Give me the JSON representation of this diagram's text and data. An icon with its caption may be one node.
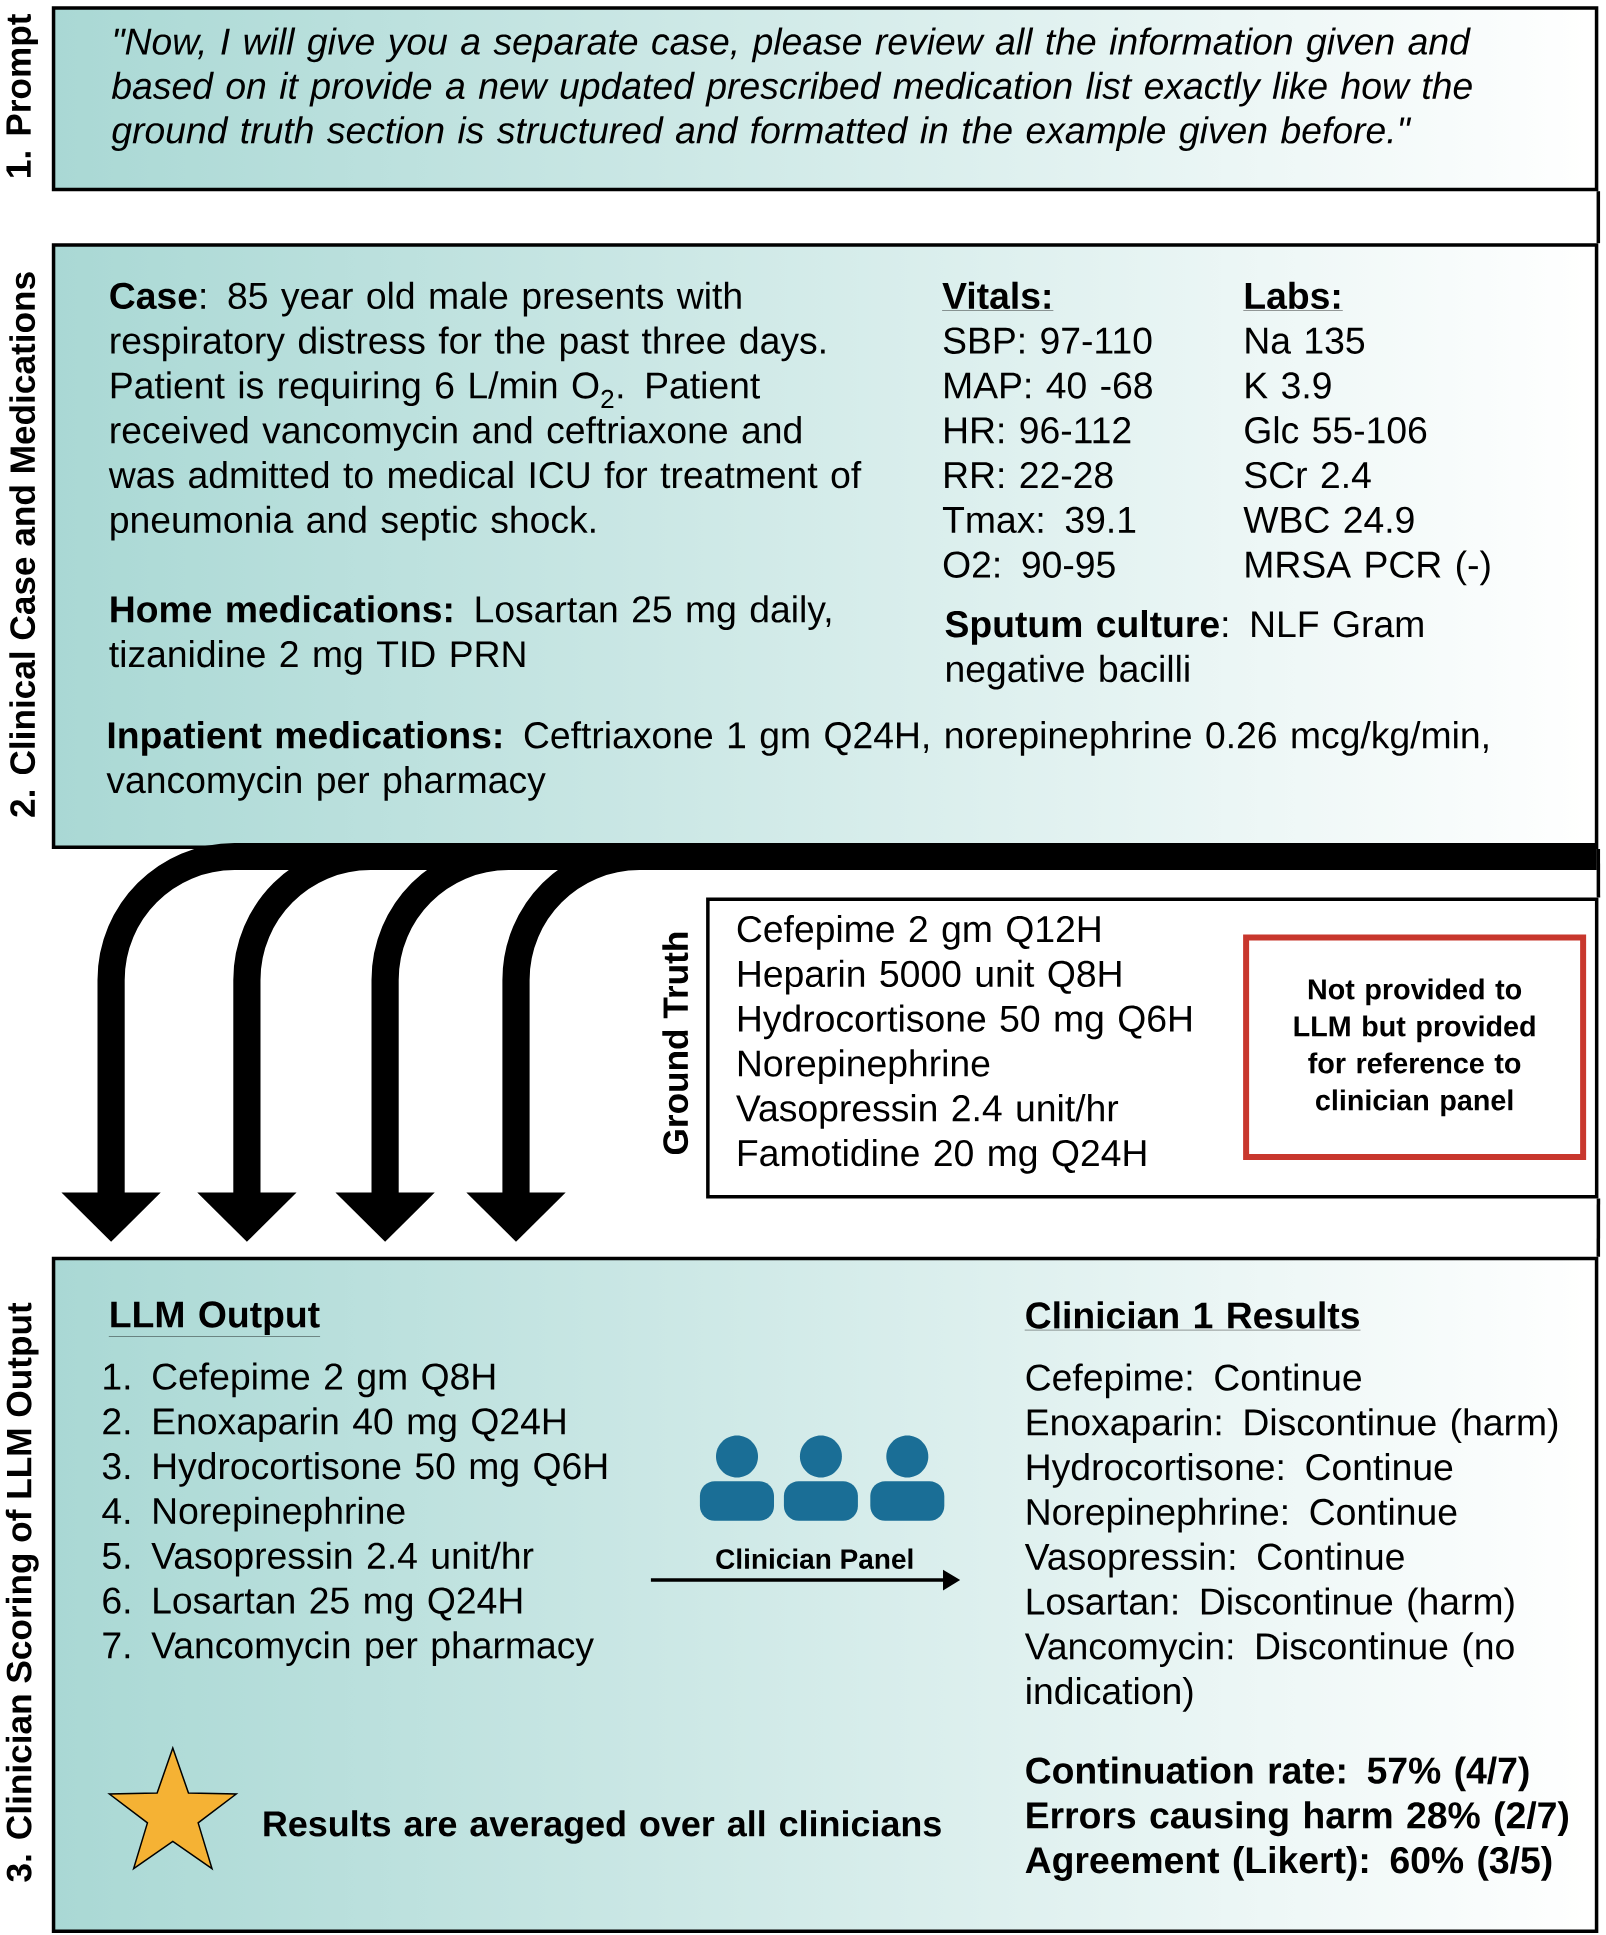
{
  "diagram": {
    "nodes": [
      {
        "text": [
          "1. Prompt",
          "\"Now, I will give you a separate case, please review all the information given and based on it provide a new updated prescribed medication list exactly like how the ground truth section is structured and formatted in the example given before.\""
        ]
      },
      {
        "text": [
          "2. Clinical Case and Medications",
          "**Case**: 85 year old male presents with respiratory distress for the past three days. Patient is requiring 6 L/min O$_{2}$. Patient received vancomycin and ceftriaxone and was admitted to medical ICU for treatment of pneumonia and septic shock.",
          "Vitals:",
          "SBP: 97-110",
          "MAP: 40 -68",
          "HR: 96-112",
          "RR: 22-28",
          "Tmax: 39.1",
          "O2: 90-95",
          "Labs:",
          "Na 135",
          "K 3.9",
          "Glc 55-106",
          "SCr 2.4",
          "WBC 24.9",
          "MRSA PCR (-)",
          "**Home medications:** Losartan 25 mg daily, tizanidine 2 mg TID PRN",
          "**Sputum culture**: NLF Gram negative bacilli",
          "**Inpatient medications:** Ceftriaxone 1 gm Q24H, norepinephrine 0.26 mcg/kg/min, vancomycin per pharmacy"
        ]
      },
      {
        "text": [
          "Ground Truth",
          "Cefepime 2 gm Q12H",
          "Heparin 5000 unit Q8H",
          "Hydrocortisone 50 mg Q6H",
          "Norepinephrine",
          "Vasopressin 2.4 unit/hr",
          "Famotidine 20 mg Q24H"
        ]
      },
      {
        "text": [
          "Not provided to LLM but provided for reference to clinician panel"
        ],
        "in": 2
      },
      {
        "text": [
          "3. Clinician Scoring of LLM Output",
          "Results are averaged over all clinicians"
        ]
      },
      {
        "text": [
          "LLM Output",
          "1. Cefepime 2 gm Q8H",
          "2. Enoxaparin 40 mg Q24H",
          "3. Hydrocortisone 50 mg Q6H",
          "4. Norepinephrine",
          "5. Vasopressin 2.4 unit/hr",
          "6. Losartan 25 mg Q24H",
          "7. Vancomycin per pharmacy"
        ],
        "in": 4
      },
      {
        "text": [
          "Clinician 1 Results",
          "Cefepime: Continue",
          "Enoxaparin: Discontinue (harm)",
          "Hydrocortisone: Continue",
          "Norepinephrine: Continue",
          "Vasopressin: Continue",
          "Losartan: Discontinue (harm)",
          "Vancomycin: Discontinue (no indication)",
          "Continuation rate: 57% (4/7)",
          "Errors causing harm 28% (2/7)",
          "Agreement (Likert): 60% (3/5)"
        ],
        "in": 4
      }
    ],
    "edges": [
      {
        "from": 0,
        "to": 1,
        "arrow": "none"
      },
      {
        "from": 1,
        "to": 2,
        "arrow": "none"
      },
      {
        "from": 2,
        "to": 4,
        "arrow": "none"
      },
      {
        "from": 1,
        "to": 4,
        "arrow": "to",
        "style": "thick"
      },
      {
        "from": 1,
        "to": 4,
        "arrow": "to",
        "style": "thick"
      },
      {
        "from": 1,
        "to": 4,
        "arrow": "to",
        "style": "thick"
      },
      {
        "from": 1,
        "to": 4,
        "arrow": "to",
        "style": "thick"
      },
      {
        "from": 5,
        "to": 6,
        "arrow": "to",
        "label": "Clinician Panel"
      }
    ]
  }
}
